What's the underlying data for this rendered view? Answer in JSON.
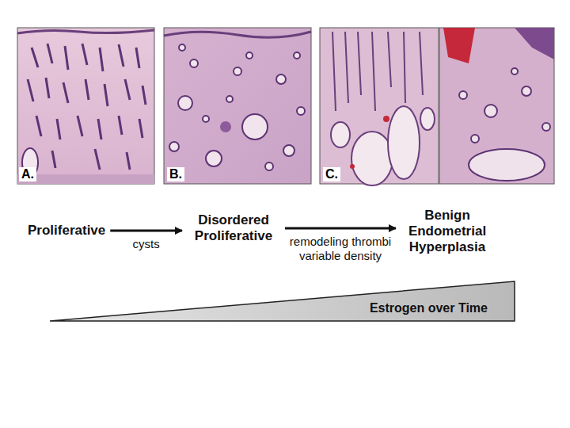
{
  "diagram": {
    "nodes": [
      {
        "text": [
          "Proliferative"
        ]
      },
      {
        "text": [
          "Disordered Proliferative"
        ]
      },
      {
        "text": [
          "Benign Endometrial Hyperplasia"
        ]
      },
      {
        "text": [
          "Estrogen over Time"
        ]
      }
    ],
    "edges": [
      {
        "from": 0,
        "to": 1,
        "arrow": "to",
        "label": "cysts"
      },
      {
        "from": 1,
        "to": 2,
        "arrow": "to",
        "label": "remodeling thrombi variable density"
      }
    ],
    "labels": [
      "A.",
      "B.",
      "C."
    ]
  }
}
